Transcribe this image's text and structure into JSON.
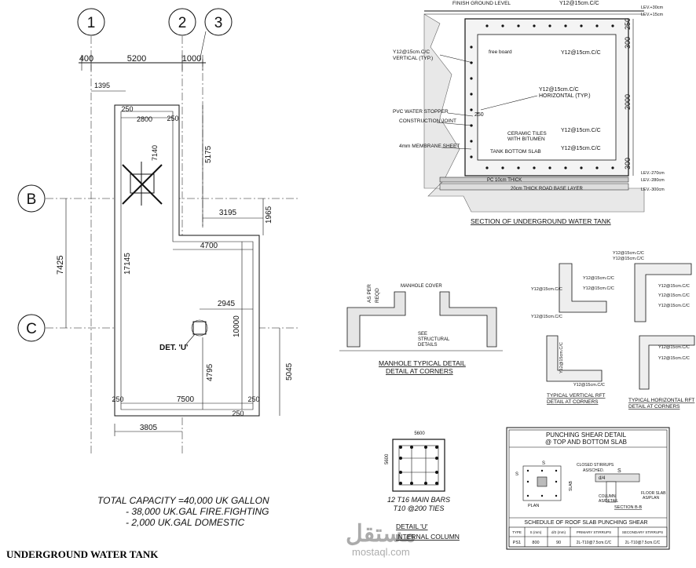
{
  "plan": {
    "grid_cols": [
      "1",
      "2",
      "3"
    ],
    "grid_rows": [
      "B",
      "C"
    ],
    "dims": {
      "d400": "400",
      "d5200": "5200",
      "d1000": "1000",
      "d1395": "1395",
      "d2800": "2800",
      "d250": "250",
      "d7140": "7140",
      "d5175": "5175",
      "d3195": "3195",
      "d1965": "1965",
      "d4700": "4700",
      "d7425": "7425",
      "d17145": "17145",
      "d2945": "2945",
      "d10000": "10000",
      "d4795": "4795",
      "d5045": "5045",
      "d7500": "7500",
      "d3805": "3805"
    },
    "det_label": "DET. 'U'",
    "capacity": [
      "TOTAL CAPACITY =40,000 UK GALLON",
      "- 38,000 UK.GAL FIRE.FIGHTING",
      "- 2,000 UK.GAL DOMESTIC"
    ]
  },
  "title": "UNDERGROUND WATER TANK",
  "section": {
    "title": "SECTION OF UNDERGROUND WATER TANK",
    "labels": {
      "finish_ground": "FINISH GROUND LEVEL",
      "y12_top": "Y12@15cm.C/C",
      "y12_top2": "Y12@15cm.C/C",
      "free_board": "free board",
      "y12_vert": "Y12@15cm.C/C",
      "vertical": "VERTICAL (TYP.)",
      "y12_horiz": "Y12@15cm.C/C",
      "horizontal": "HORIZONTAL (TYP.)",
      "pvc": "PVC WATER STOPPER",
      "construction": "CONSTRUCTION JOINT",
      "ceramic": "CERAMIC TILES",
      "bitumen": "WITH BITUMEN",
      "membrane": "4mm MEMBRANE SHEET",
      "bottom_slab": "TANK BOTTOM SLAB",
      "y12_bot": "Y12@15cm.C/C",
      "y12_bot2": "Y12@15cm.C/C",
      "pc": "PC 10cm THICK",
      "road_base": "20cm THICK ROAD BASE LAYER",
      "lev1": "LEV.+30cm",
      "lev2": "LEV.+15cm",
      "lev3": "LEV.-270cm",
      "lev4": "LEV.-280cm",
      "lev5": "LEV.-300cm",
      "s250": "250",
      "s300a": "300",
      "s2000": "2000",
      "s300b": "300",
      "s250b": "250"
    }
  },
  "manhole": {
    "as_per": "AS PER",
    "reqd": "REQD",
    "cover": "MANHOLE COVER",
    "see": [
      "SEE",
      "STRUCTURAL",
      "DETAILS"
    ],
    "title1": "MANHOLE TYPICAL DETAIL",
    "title2": "DETAIL AT CORNERS"
  },
  "corner": {
    "y12_a": "Y12@15cm.C/C",
    "y12_b": "Y12@15cm.C/C",
    "y12_c": "Y12@15cm.C/C",
    "y12_d": "Y12@15cm.C/C",
    "y12_e": "Y12@15cm.C/C",
    "y12_f": "Y12@15cm.C/C",
    "y12_g": "Y12@15cm.C/C",
    "y12_h": "Y12@15cm.C/C",
    "y12_i": "Y12@15cm.C/C",
    "y12_j": "Y12@15cm.C/C",
    "y12_k": "Y12@15cm.C/C",
    "y12_l": "Y12@15cm.C/C",
    "y12_m": "Y12@15cm.C/C",
    "v_title1": "TYPICAL VERTICAL RFT",
    "v_title2": "DETAIL AT CORNERS",
    "h_title1": "TYPICAL HORIZONTAL RFT",
    "h_title2": "DETAIL AT CORNERS"
  },
  "column": {
    "w": "5600",
    "h": "5600",
    "bars": "12 T16 MAIN BARS",
    "ties": "T10 @200 TIES",
    "title1": "DETAIL 'U'",
    "title2": "INTERNAL COLUMN"
  },
  "punching": {
    "title1": "PUNCHING SHEAR DETAIL",
    "title2": "@   TOP AND BOTTOM SLAB",
    "closed": "CLOSED STIRRUPS",
    "as_sched": "AS/SCHED.",
    "slab": "SLAB",
    "column": "COLUMN",
    "as_detail": "AS/DETAIL",
    "floor_slab": "FLOOR SLAB",
    "as_plan": "AS/PLAN",
    "section_bb": "SECTION B-B",
    "plan": "PLAN",
    "s": "S",
    "d4": "d/4",
    "schedule_title": "SCHEDULE OF ROOF SLAB PUNCHING SHEAR",
    "headers": [
      "TYPE",
      "S (mm)",
      "d/2 (mm)",
      "PRIMARY STIRRUPS",
      "SECONDARY STIRRUPS"
    ],
    "row": [
      "PS1",
      "800",
      "90",
      "2L-T10@7.5cm.C/C",
      "2L-T10@7.5cm.C/C"
    ]
  },
  "watermark": {
    "arabic": "مستقل",
    "latin": "mostaql.com"
  }
}
